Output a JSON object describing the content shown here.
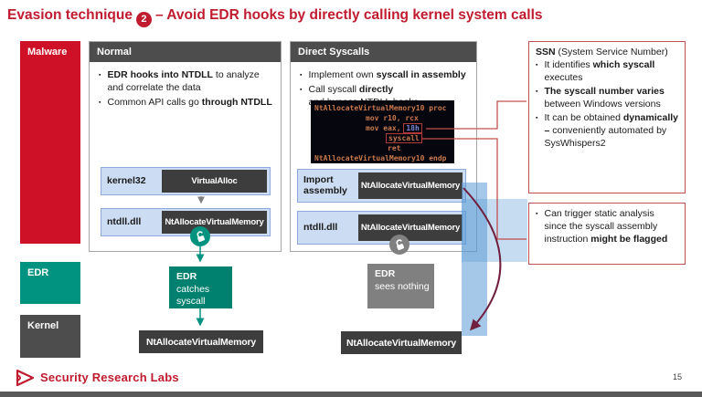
{
  "title": {
    "prefix": "Evasion technique",
    "badge": "2",
    "suffix": "– Avoid EDR hooks by directly calling kernel system calls"
  },
  "layers": {
    "malware": "Malware",
    "edr": "EDR",
    "kernel": "Kernel"
  },
  "normal": {
    "header": "Normal",
    "bullet1_bold": "EDR hooks into NTDLL",
    "bullet1_rest": " to analyze and correlate the data",
    "bullet2_pre": "Common API calls go ",
    "bullet2_bold": "through NTDLL",
    "kernel32_label": "kernel32",
    "kernel32_fn": "VirtualAlloc",
    "ntdll_label": "ntdll.dll",
    "ntdll_fn": "NtAllocateVirtualMemory",
    "edr_line1": "EDR",
    "edr_line2": "catches",
    "edr_line3": "syscall",
    "kernel_fn": "NtAllocateVirtualMemory"
  },
  "direct": {
    "header": "Direct Syscalls",
    "bullet1_pre": "Implement own ",
    "bullet1_bold": "syscall in assembly",
    "bullet2_pre": "Call syscall ",
    "bullet2_bold": "directly",
    "bullet2_line2": "and bypass NTDLL hooks",
    "code": {
      "line1": "NtAllocateVirtualMemory10 proc",
      "line2": "mov r10, rcx",
      "line3_pre": "mov eax, ",
      "line3_num": "18h",
      "line4": "syscall",
      "line5": "ret",
      "line6": "NtAllocateVirtualMemory10 endp"
    },
    "import_label_line1": "Import",
    "import_label_line2": "assembly",
    "import_fn": "NtAllocateVirtualMemory",
    "ntdll_label": "ntdll.dll",
    "ntdll_fn": "NtAllocateVirtualMemory",
    "edr_line1": "EDR",
    "edr_line2": "sees nothing",
    "kernel_fn": "NtAllocateVirtualMemory"
  },
  "ssn_panel": {
    "title_bold": "SSN",
    "title_rest": " (System Service Number)",
    "b1_pre": "It identifies ",
    "b1_bold": "which syscall",
    "b1_rest": " executes",
    "b2_bold": "The syscall number varies",
    "b2_rest": " between Windows versions",
    "b3_pre": "It can be obtained ",
    "b3_bold": "dynamically –",
    "b3_rest": " conveniently automated by SysWhispers2"
  },
  "warning_panel": {
    "b1_pre": "Can trigger static analysis since the syscall assembly instruction ",
    "b1_bold": "might be flagged"
  },
  "footer": {
    "brand": "Security Research Labs",
    "page": "15"
  },
  "colors": {
    "accent_red": "#c01b2f",
    "malware_red": "#ce1126",
    "teal": "#019380",
    "dark_gray": "#4d4d4d",
    "box_dark": "#3d3d3d",
    "light_blue": "#ccdcf2",
    "panel_border_red": "#c0504d",
    "code_orange": "#c9784a",
    "code_number_blue": "#7b86d8",
    "arrow_maroon": "#701f3f"
  }
}
